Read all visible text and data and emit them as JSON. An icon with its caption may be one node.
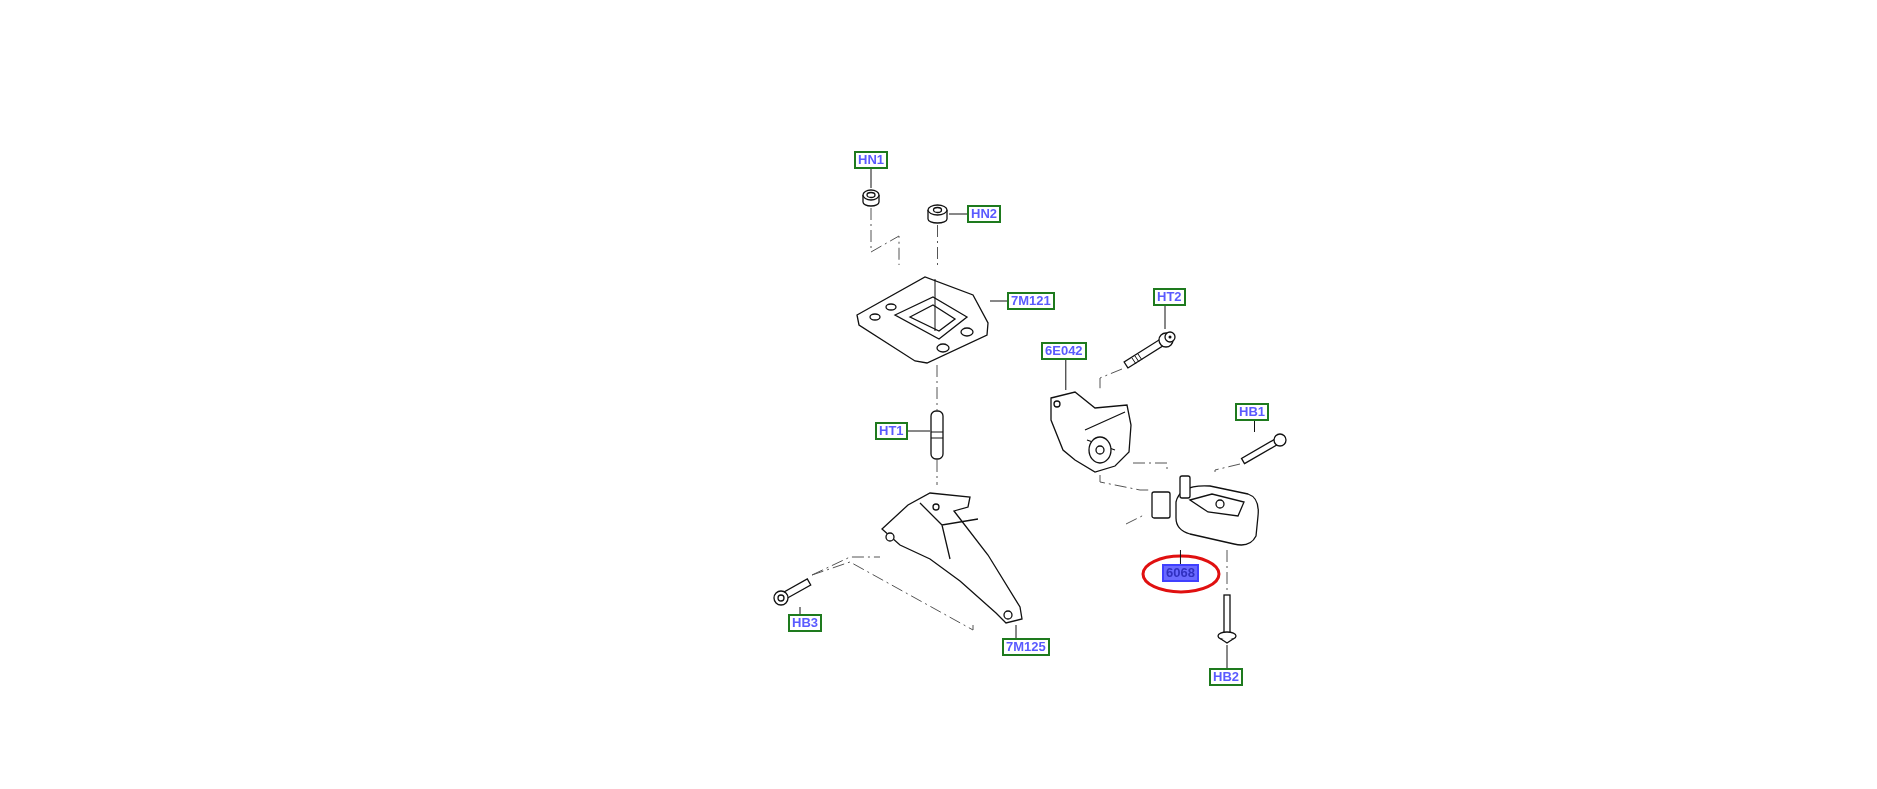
{
  "diagram": {
    "nodes": [
      {
        "text": [
          "HN1"
        ]
      },
      {
        "text": [
          "HN2"
        ]
      },
      {
        "text": [
          "HT2"
        ]
      },
      {
        "text": [
          "7M121"
        ]
      },
      {
        "text": [
          "6E042"
        ]
      },
      {
        "text": [
          "HB1"
        ]
      },
      {
        "text": [
          "HT1"
        ]
      },
      {
        "text": [
          "6068"
        ]
      },
      {
        "text": [
          "HB3"
        ]
      },
      {
        "text": [
          "7M125"
        ]
      },
      {
        "text": [
          "HB2"
        ]
      },
      {
        "text": [],
        "shape": "picture"
      },
      {
        "text": [],
        "shape": "picture"
      },
      {
        "text": [],
        "shape": "picture"
      },
      {
        "text": [],
        "shape": "picture"
      },
      {
        "text": [],
        "shape": "picture"
      },
      {
        "text": [],
        "shape": "picture"
      },
      {
        "text": [],
        "shape": "picture"
      },
      {
        "text": [],
        "shape": "picture"
      },
      {
        "text": [],
        "shape": "picture"
      },
      {
        "text": [],
        "shape": "picture"
      },
      {
        "text": [],
        "shape": "picture"
      }
    ],
    "edges": [
      {
        "from": 0,
        "to": 11,
        "arrow": "none"
      },
      {
        "from": 1,
        "to": 12,
        "arrow": "none"
      },
      {
        "from": 2,
        "to": 13,
        "arrow": "none"
      },
      {
        "from": 3,
        "to": 14,
        "arrow": "none"
      },
      {
        "from": 4,
        "to": 15,
        "arrow": "none"
      },
      {
        "from": 5,
        "to": 16,
        "arrow": "none"
      },
      {
        "from": 6,
        "to": 17,
        "arrow": "none"
      },
      {
        "from": 7,
        "to": 18,
        "arrow": "none"
      },
      {
        "from": 8,
        "to": 19,
        "arrow": "none"
      },
      {
        "from": 9,
        "to": 20,
        "arrow": "none"
      },
      {
        "from": 10,
        "to": 21,
        "arrow": "none"
      },
      {
        "from": 11,
        "to": 14,
        "arrow": "none",
        "style": "dashed"
      },
      {
        "from": 12,
        "to": 14,
        "arrow": "none",
        "style": "dashed"
      },
      {
        "from": 14,
        "to": 17,
        "arrow": "none",
        "style": "dashed"
      },
      {
        "from": 17,
        "to": 20,
        "arrow": "none",
        "style": "dashed"
      },
      {
        "from": 19,
        "to": 20,
        "arrow": "none",
        "style": "dashed"
      },
      {
        "from": 19,
        "to": 20,
        "arrow": "none",
        "style": "dashed"
      },
      {
        "from": 13,
        "to": 15,
        "arrow": "none",
        "style": "dashed"
      },
      {
        "from": 15,
        "to": 18,
        "arrow": "none",
        "style": "dashed"
      },
      {
        "from": 15,
        "to": 18,
        "arrow": "none",
        "style": "dashed"
      },
      {
        "from": 16,
        "to": 18,
        "arrow": "none",
        "style": "dashed"
      },
      {
        "from": 18,
        "to": 21,
        "arrow": "none",
        "style": "dashed"
      }
    ]
  }
}
